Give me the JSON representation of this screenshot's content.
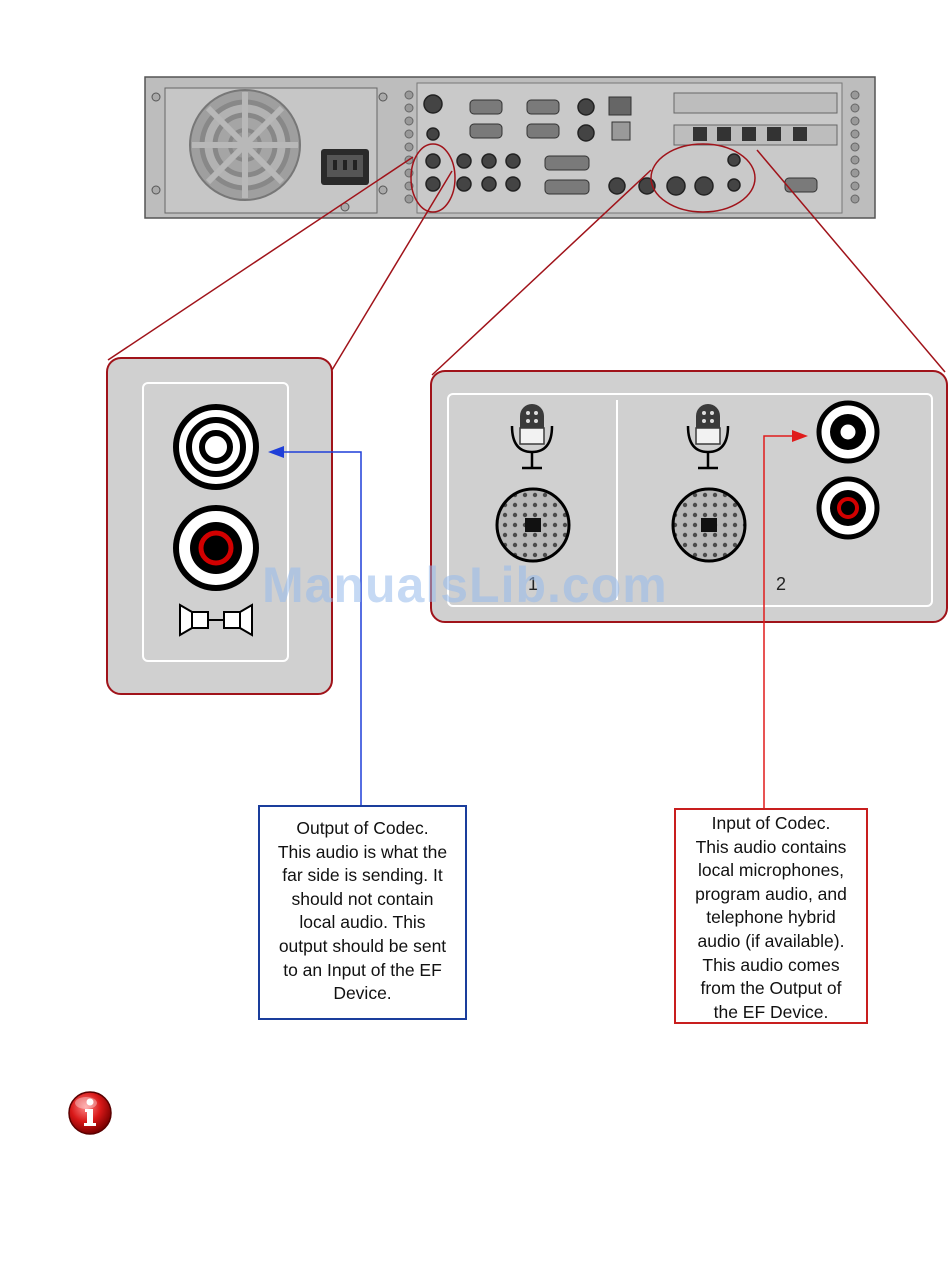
{
  "labels": {
    "mic_port_1": "1",
    "mic_port_2": "2"
  },
  "output_callout": {
    "lines": [
      "Output of Codec.",
      "This audio is what the",
      "far side is sending.  It",
      "should not contain",
      "local audio.  This",
      "output should be sent",
      "to an Input of the EF",
      "Device."
    ]
  },
  "input_callout": {
    "lines": [
      "Input of Codec.",
      "This audio contains",
      "local microphones,",
      "program audio, and",
      "telephone hybrid",
      "audio (if available).",
      "This audio comes",
      "from the Output of",
      "the EF Device."
    ]
  },
  "watermark": "ManualsLib.com",
  "colors": {
    "output_arrow": "#1f3fd8",
    "input_arrow": "#e01c1c",
    "callout_line": "#a0131a",
    "panel_fill": "#d0d0d0",
    "rca_red": "#d20000"
  },
  "icons": [
    "power-socket-icon",
    "fan-grille-icon",
    "microphone-icon",
    "speaker-icon",
    "info-icon"
  ]
}
